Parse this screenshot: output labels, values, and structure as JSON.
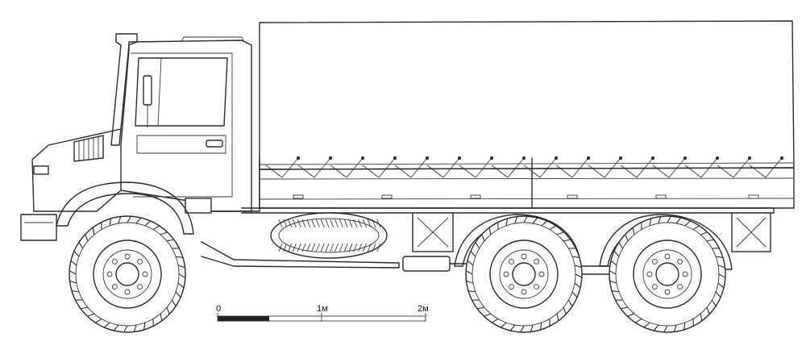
{
  "scale_bar": {
    "labels": [
      "0",
      "1м",
      "2м"
    ]
  }
}
